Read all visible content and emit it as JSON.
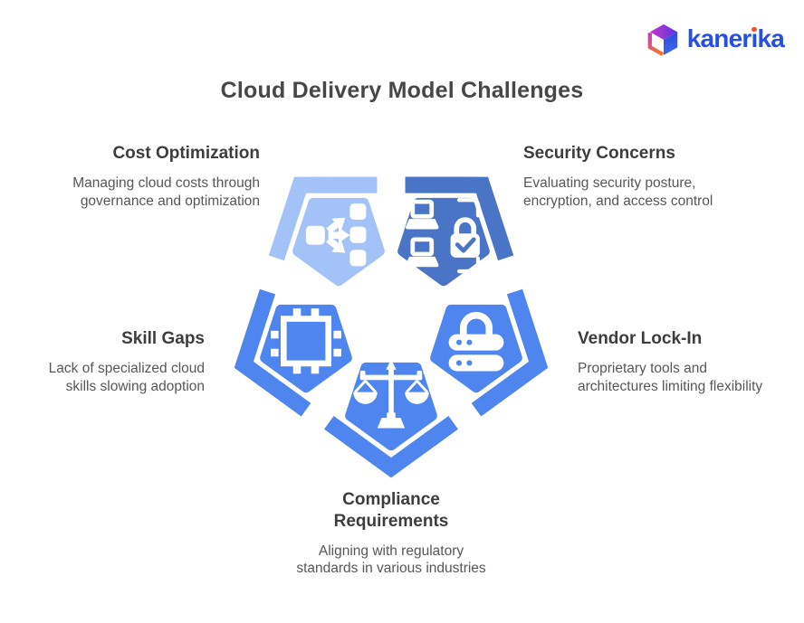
{
  "brand": {
    "name": "kanerika",
    "word_pre": "kaner",
    "word_i": "ı",
    "word_post": "ka",
    "wordmark_color": "#2650E5",
    "dot_color": "#F4512C",
    "cube_icon": "brand-cube-icon"
  },
  "title": "Cloud Delivery Model Challenges",
  "challenges": [
    {
      "label": "Cost Optimization",
      "description": "Managing cloud costs through\ngovernance and optimization",
      "color": "#A3C2F7",
      "icon": "distribution-icon"
    },
    {
      "label": "Security Concerns",
      "description": "Evaluating security posture,\nencryption, and access control",
      "color": "#4A75C7",
      "icon": "secure-devices-icon"
    },
    {
      "label": "Skill Gaps",
      "description": "Lack of specialized cloud\nskills slowing adoption",
      "color": "#4E85EF",
      "icon": "frame-icon"
    },
    {
      "label": "Vendor Lock-In",
      "description": "Proprietary tools and\narchitectures limiting flexibility",
      "color": "#4E85EF",
      "icon": "locked-server-icon"
    },
    {
      "label": "Compliance Requirements",
      "description": "Aligning with regulatory\nstandards in various industries",
      "color": "#4E85EF",
      "icon": "scales-icon"
    }
  ]
}
